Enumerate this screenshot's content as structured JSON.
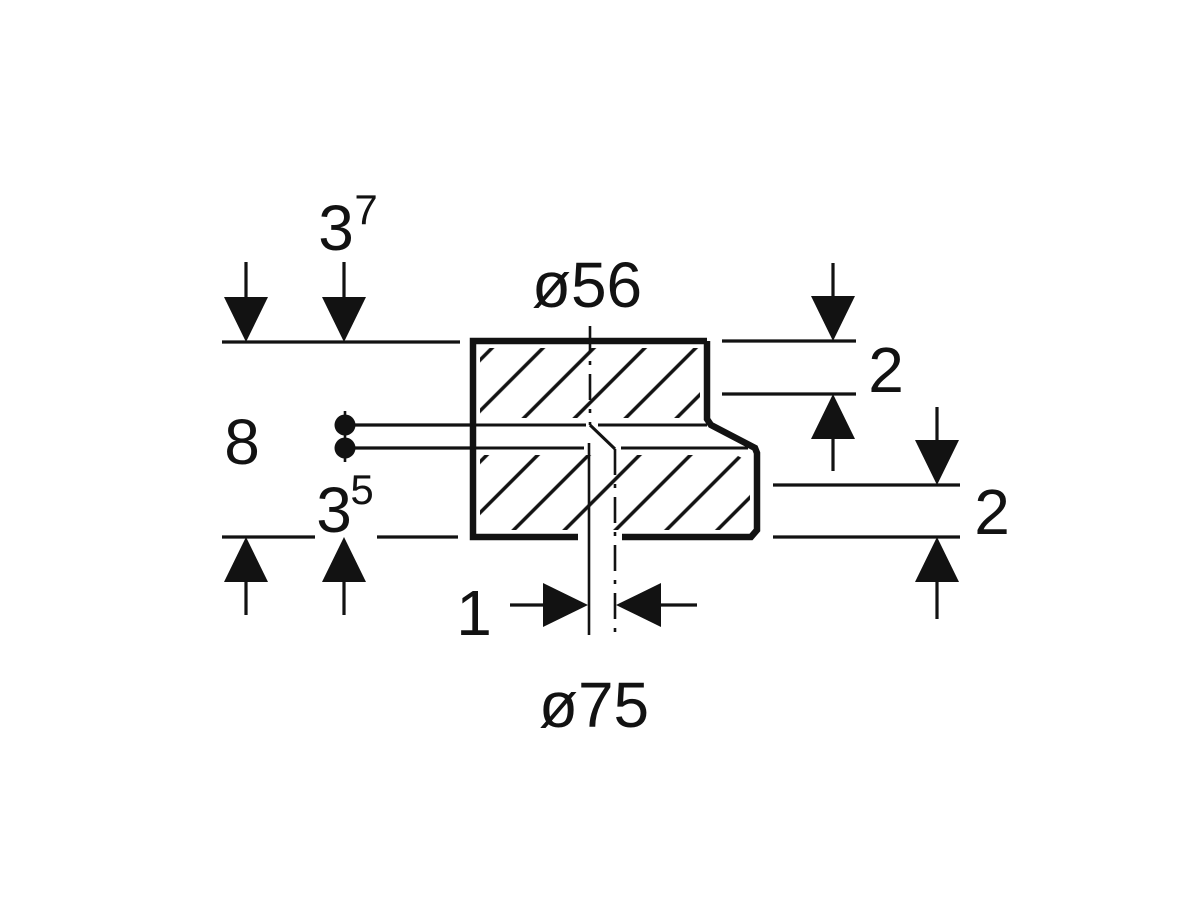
{
  "drawing": {
    "kind": "technical-dimension-drawing",
    "part": "eccentric-reducer-cross-section",
    "colors": {
      "line": "#121212",
      "background": "#ffffff"
    },
    "labels": {
      "dim_upper_height": {
        "value": "3",
        "sup": "7"
      },
      "dim_total_height": {
        "value": "8"
      },
      "dim_lower_height": {
        "value": "3",
        "sup": "5"
      },
      "dia_top": {
        "value": "ø56"
      },
      "dia_bottom": {
        "value": "ø75"
      },
      "dim_axis_offset": {
        "value": "1"
      },
      "dim_socket_depth_top": {
        "value": "2"
      },
      "dim_socket_depth_bottom": {
        "value": "2"
      }
    }
  }
}
